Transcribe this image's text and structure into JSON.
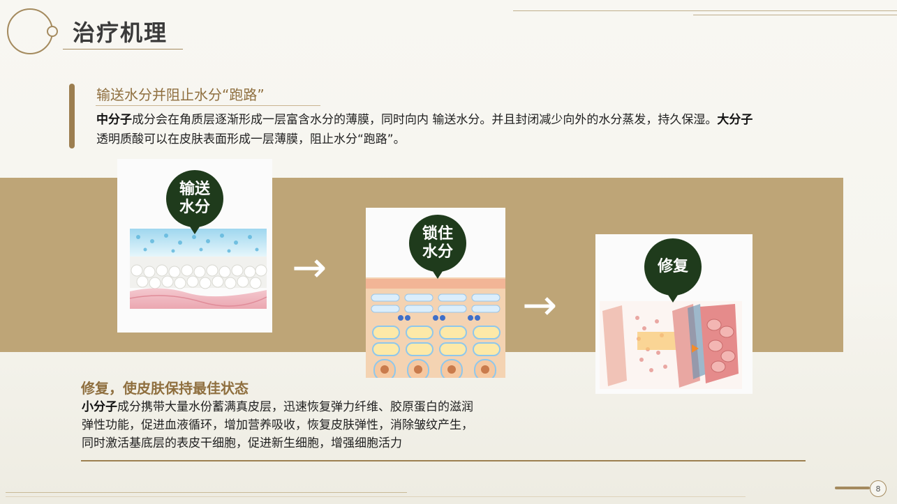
{
  "header": {
    "title": "治疗机理"
  },
  "section1": {
    "subtitle": "输送水分并阻止水分“跑路”",
    "term1": "中分子",
    "text1": "成分会在角质层逐渐形成一层富含水分的薄膜，同时向内  输送水分。并且封闭减少向外的水分蒸发，持久保湿。",
    "term2": "大分子",
    "text2": "透明质酸可以在皮肤表面形成一层薄膜，阻止水分“跑路”。"
  },
  "steps": [
    {
      "line1": "输送",
      "line2": "水分"
    },
    {
      "line1": "锁住",
      "line2": "水分"
    },
    {
      "line1": "修复",
      "line2": ""
    }
  ],
  "arrows": {
    "glyph": "→"
  },
  "section2": {
    "subtitle": "修复，使皮肤保持最佳状态",
    "term": "小分子",
    "line1_rest": "成分携带大量水份蓄满真皮层，迅速恢复弹力纤维、胶原蛋白的滋润",
    "line2": "弹性功能，促进血液循环，增加营养吸收，恢复皮肤弹性，消除皱纹产生，",
    "line3": "同时激活基底层的表皮干细胞，促进新生细胞，增强细胞活力"
  },
  "footer": {
    "page_number": "8"
  },
  "colors": {
    "accent": "#a48a5e",
    "band": "#bea577",
    "bubble": "#1f3b1c",
    "heading": "#8f6f3f"
  }
}
